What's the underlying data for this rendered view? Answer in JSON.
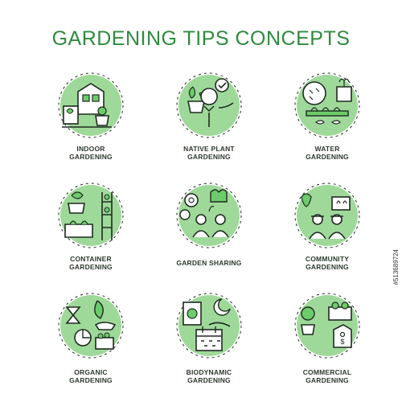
{
  "title": "GARDENING TIPS CONCEPTS",
  "colors": {
    "title": "#2e8b3d",
    "circle_fill": "#9fd99a",
    "stroke": "#1f2a21",
    "accent": "#6ccc6a"
  },
  "items": [
    {
      "line1": "INDOOR",
      "line2": "GARDENING",
      "icon": "indoor-gardening-icon"
    },
    {
      "line1": "NATIVE PLANT",
      "line2": "GARDENING",
      "icon": "native-plant-gardening-icon"
    },
    {
      "line1": "WATER",
      "line2": "GARDENING",
      "icon": "water-gardening-icon"
    },
    {
      "line1": "CONTAINER",
      "line2": "GARDENING",
      "icon": "container-gardening-icon"
    },
    {
      "line1": "GARDEN SHARING",
      "line2": "",
      "icon": "garden-sharing-icon"
    },
    {
      "line1": "COMMUNITY",
      "line2": "GARDENING",
      "icon": "community-gardening-icon"
    },
    {
      "line1": "ORGANIC",
      "line2": "GARDENING",
      "icon": "organic-gardening-icon"
    },
    {
      "line1": "BIODYNAMIC",
      "line2": "GARDENING",
      "icon": "biodynamic-gardening-icon"
    },
    {
      "line1": "COMMERCIAL",
      "line2": "GARDENING",
      "icon": "commercial-gardening-icon"
    }
  ],
  "stock_id": "#513689724"
}
